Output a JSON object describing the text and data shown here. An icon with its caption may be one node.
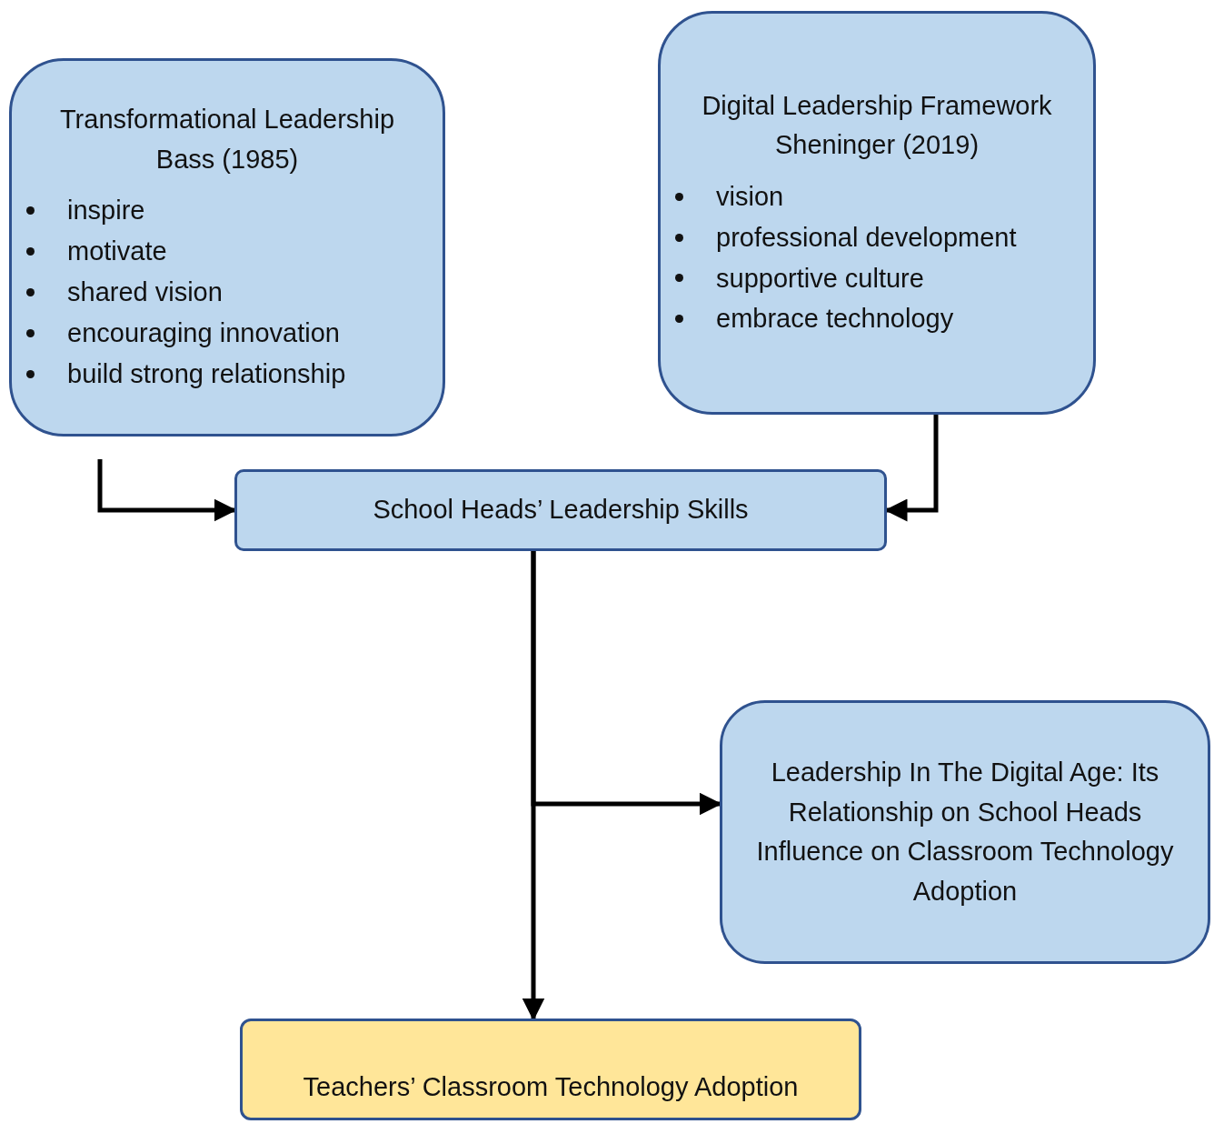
{
  "diagram": {
    "nodes": [
      {
        "text": [
          "Transformational Leadership Bass (1985)",
          "inspire",
          "motivate",
          "shared vision",
          "encouraging innovation",
          "build strong relationship"
        ]
      },
      {
        "text": [
          "Digital Leadership Framework Sheninger (2019)",
          "vision",
          "professional development",
          "supportive culture",
          "embrace technology"
        ]
      },
      {
        "text": [
          "School Heads’ Leadership Skills"
        ]
      },
      {
        "text": [
          "Leadership In The Digital Age: Its Relationship on School Heads Influence on Classroom Technology Adoption"
        ]
      },
      {
        "text": [
          "Teachers’ Classroom Technology Adoption"
        ]
      }
    ],
    "edges": [
      {
        "from": 0,
        "to": 2,
        "arrow": "to"
      },
      {
        "from": 1,
        "to": 2,
        "arrow": "to"
      },
      {
        "from": 2,
        "to": 4,
        "arrow": "to"
      },
      {
        "from": 2,
        "to": 3,
        "arrow": "to"
      }
    ]
  }
}
